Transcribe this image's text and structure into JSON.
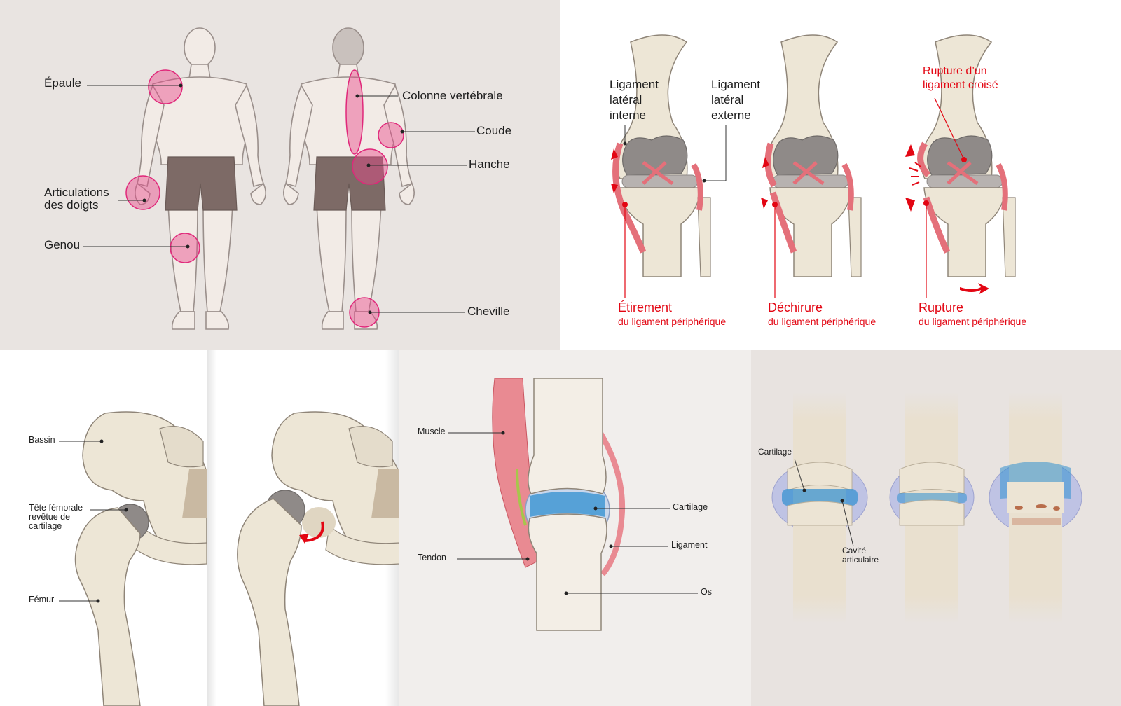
{
  "body_panel": {
    "labels": {
      "epaule": "Épaule",
      "doigts": "Articulations\ndes doigts",
      "genou": "Genou",
      "colonne": "Colonne vertébrale",
      "coude": "Coude",
      "hanche": "Hanche",
      "cheville": "Cheville"
    }
  },
  "knee_panel": {
    "lig_interne": "Ligament\nlatéral\ninterne",
    "lig_externe": "Ligament\nlatéral\nexterne",
    "rupture_croise": "Rupture d’un\nligament croisé",
    "stages": [
      {
        "title": "Étirement",
        "subtitle": "du ligament périphérique"
      },
      {
        "title": "Déchirure",
        "subtitle": "du ligament périphérique"
      },
      {
        "title": "Rupture",
        "subtitle": "du ligament périphérique"
      }
    ]
  },
  "hip_panel": {
    "bassin": "Bassin",
    "tete": "Tête fémorale\nrevêtue de\ncartilage",
    "femur": "Fémur"
  },
  "joint_panel": {
    "muscle": "Muscle",
    "tendon": "Tendon",
    "cartilage": "Cartilage",
    "ligament": "Ligament",
    "os": "Os"
  },
  "arthritis_panel": {
    "cartilage": "Cartilage",
    "cavite": "Cavité\narticulaire"
  },
  "colors": {
    "highlight_pink": "#e8468a",
    "accent_red": "#e30613",
    "bone": "#ede6d6",
    "cartilage_blue": "#2f8fd0",
    "shorts": "#7d6a66"
  }
}
